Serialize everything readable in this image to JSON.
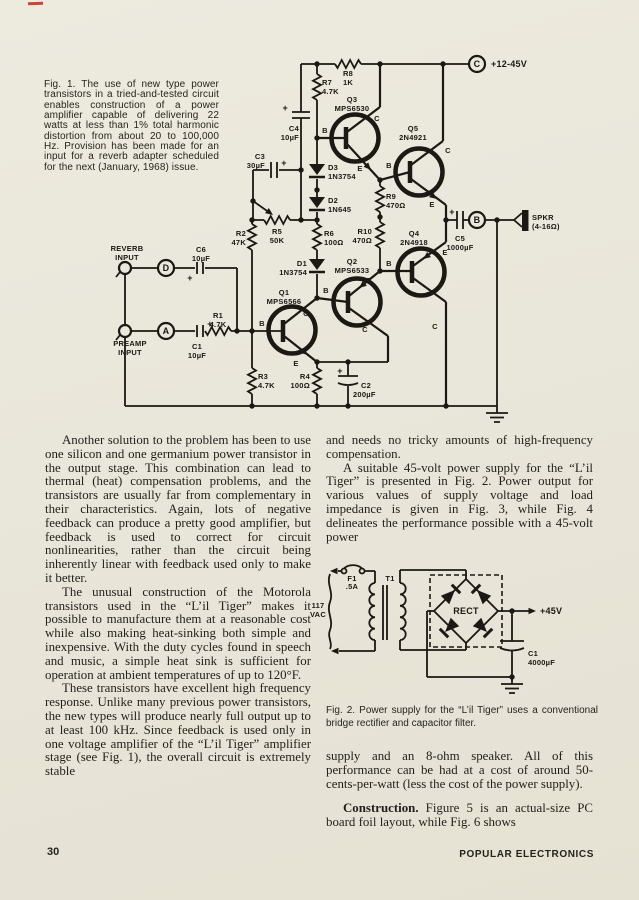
{
  "page": {
    "number": "30",
    "magazine": "POPULAR ELECTRONICS"
  },
  "fig1": {
    "caption": "Fig. 1. The use of new type power transistors in a tried-and-tested circuit enables construction of a power amplifier capable of delivering 22 watts at less than 1% total harmonic distortion from about 20 to 100,000 Hz. Provision has been made for an input for a reverb adapter scheduled for the next (January, 1968) issue.",
    "terminals": {
      "a": "A",
      "b": "B",
      "c": "C",
      "d": "D"
    },
    "pins": {
      "b": "B",
      "c": "C",
      "e": "E"
    },
    "labels": {
      "supply": "+12-45V",
      "plus": "+",
      "r1": "R1",
      "r1v": "4.7K",
      "r2": "R2",
      "r2v": "47K",
      "r3": "R3",
      "r3v": "4.7K",
      "r4": "R4",
      "r4v": "100Ω",
      "r5": "R5",
      "r5v": "50K",
      "r6": "R6",
      "r6v": "100Ω",
      "r7": "R7",
      "r7v": "4.7K",
      "r8": "R8",
      "r8v": "1K",
      "r9": "R9",
      "r9v": "470Ω",
      "r10": "R10",
      "r10v": "470Ω",
      "c1": "C1",
      "c1v": "10µF",
      "c2": "C2",
      "c2v": "200µF",
      "c3": "C3",
      "c3v": "30µF",
      "c4": "C4",
      "c4v": "10µF",
      "c5": "C5",
      "c5v": "1000µF",
      "c6": "C6",
      "c6v": "10µF",
      "d1": "D1",
      "d1v": "1N3754",
      "d2": "D2",
      "d2v": "1N645",
      "d3": "D3",
      "d3v": "1N3754",
      "q1": "Q1",
      "q1v": "MPS6566",
      "q2": "Q2",
      "q2v": "MPS6533",
      "q3": "Q3",
      "q3v": "MPS6530",
      "q4": "Q4",
      "q4v": "2N4918",
      "q5": "Q5",
      "q5v": "2N4921",
      "reverb1": "REVERB",
      "reverb2": "INPUT",
      "preamp1": "PREAMP",
      "preamp2": "INPUT",
      "spkr": "SPKR",
      "spkrv": "(4-16Ω)"
    }
  },
  "fig2": {
    "caption": "Fig. 2. Power supply for the “L’il Tiger” uses a conventional bridge rectifier and capacitor filter.",
    "labels": {
      "f1": "F1",
      "f1v": ".5A",
      "t1": "T1",
      "vac1": "117",
      "vac2": "VAC",
      "rect": "RECT",
      "out": "+45V",
      "c1": "C1",
      "c1v": "4000µF"
    }
  },
  "body": {
    "left_p1": "Another solution to the problem has been to use one silicon and one germanium power transistor in the output stage. This combination can lead to thermal (heat) compensation problems, and the transistors are usually far from complementary in their characteristics. Again, lots of negative feedback can produce a pretty good amplifier, but feedback is used to correct for circuit nonlinearities, rather than the circuit being inherently linear with feedback used only to make it better.",
    "left_p2": "The unusual construction of the Motorola transistors used in the “L’il Tiger” makes it possible to manufacture them at a reasonable cost while also making heat-sinking both simple and inexpensive. With the duty cycles found in speech and music, a simple heat sink is sufficient for operation at ambient temperatures of up to 120°F.",
    "left_p3": "These transistors have excellent high frequency response. Unlike many previous power transistors, the new types will produce nearly full output up to at least 100 kHz. Since feedback is used only in one voltage amplifier of the “L’il Tiger” amplifier stage (see Fig. 1), the overall circuit is extremely stable",
    "right_p1": "and needs no tricky amounts of high-frequency compensation.",
    "right_p2": "A suitable 45-volt power supply for the “L’il Tiger” is presented in Fig. 2. Power output for various values of supply voltage and load impedance is given in Fig. 3, while Fig. 4 delineates the performance possible with a 45-volt power",
    "right_p3": "supply and an 8-ohm speaker. All of this performance can be had at a cost of around 50-cents-per-watt (less the cost of the power supply).",
    "right_p4_lead": "Construction.",
    "right_p4_rest": " Figure 5 is an actual-size PC board foil layout, while Fig. 6 shows"
  }
}
